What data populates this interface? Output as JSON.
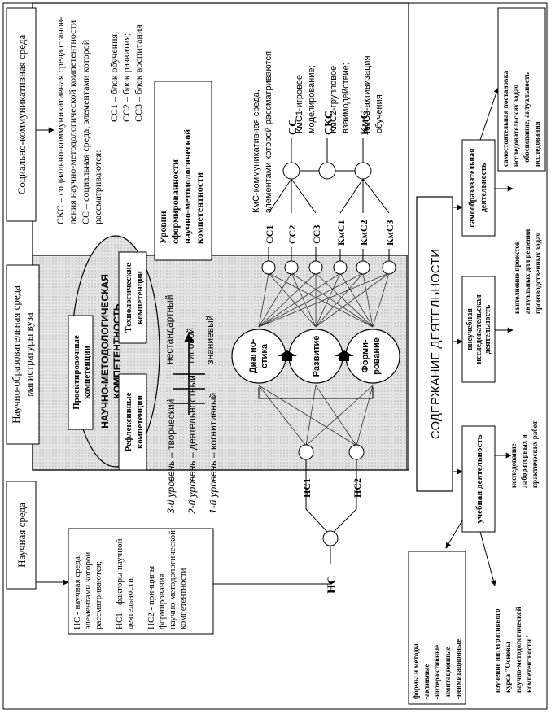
{
  "environments": {
    "social": "Социально-коммуникативная  среда",
    "educational_line1": "Научно-образовательная  среда",
    "educational_line2": "магистратуры вуза",
    "scientific": "Научная среда"
  },
  "skc_definition": [
    "СКС – социально-коммуникативная среда станов-",
    "ления научно-методологической компетентности",
    "СС – социальная среда, элементами которой",
    "рассматриваются:"
  ],
  "cc_items": [
    "СС1 – блок обучения;",
    "СС2 – блок развития;",
    "СС3 – блок воспитания"
  ],
  "kms_definition": [
    "КмС-коммуникативная среда,",
    "элементами которой рассматриваются:"
  ],
  "kms_items": [
    [
      "КмС1-игровое",
      "моделирование;"
    ],
    [
      "КмС2-групповое",
      "взаимодействие;"
    ],
    [
      "КмС3-активизация",
      "обучения"
    ]
  ],
  "levels_title": [
    "Уровни",
    "сформированности",
    "научно-методологической",
    "компетентности"
  ],
  "ns_definition": [
    "НС - научная среда,",
    "элементами которой",
    "рассматриваются;",
    "",
    "НС1 - факторы научной",
    "деятельности,",
    "",
    "НС2 - принципы",
    "формирования",
    "научно-методологической",
    "компетентности"
  ],
  "competence": {
    "center_line1": "НАУЧНО-МЕТОДОЛОГИЧЕСКАЯ",
    "center_line2": "КОМПЕТЕНТНОСТЬ",
    "design_line1": "Проектировочные",
    "design_line2": "компетенции",
    "reflexive_line1": "Рефлексивные",
    "reflexive_line2": "компетенции",
    "tech_line1": "Технологические",
    "tech_line2": "компетенции"
  },
  "level_lines": [
    {
      "level": "3-й уровень",
      "desc": " – творческий",
      "tick": "нестандартный"
    },
    {
      "level": "2-й уровень",
      "desc": " – деятельностный",
      "tick": "типовой"
    },
    {
      "level": "1-й уровень",
      "desc": " – когнитивный",
      "tick": "знаниевый"
    }
  ],
  "process_nodes": [
    [
      "Диагно-",
      "стика"
    ],
    [
      "Развитие"
    ],
    [
      "Форми-",
      "рование"
    ]
  ],
  "top_nodes": [
    "СС1",
    "СС2",
    "СС3",
    "КмС1",
    "КмС2",
    "КмС3"
  ],
  "env_nodes": {
    "cc": "СС",
    "skc": "СКС",
    "kms": "КмС"
  },
  "ns_nodes": {
    "ns1": "НС1",
    "ns2": "НС2",
    "ns": "НС"
  },
  "activity_title": "СОДЕРЖАНИЕ ДЕЯТЕЛЬНОСТИ",
  "activities": {
    "self_line1": "самообразовательная",
    "self_line2": "деятельность",
    "extra_line1": "внеучебная",
    "extra_line2": "исследовательская",
    "extra_line3": "деятельность",
    "study": "учебная деятельность"
  },
  "outcomes": {
    "self_research": [
      "самостоятельная постановка",
      "исследовательских задач",
      "- обоснование,  актуальность",
      "исследования"
    ],
    "projects": [
      "выполнение проектов",
      "актуальных для решения",
      "производственных задач"
    ],
    "labs": [
      "исследование",
      "лабораторных и",
      "практических работ"
    ],
    "course": [
      "изучение интегративного",
      "курса \"Основы",
      "научно-методологической",
      "компетентности\""
    ],
    "forms": [
      "формы и методы",
      "-активные",
      "-интерактивные",
      "-имитационные",
      "-неимитационные"
    ]
  }
}
